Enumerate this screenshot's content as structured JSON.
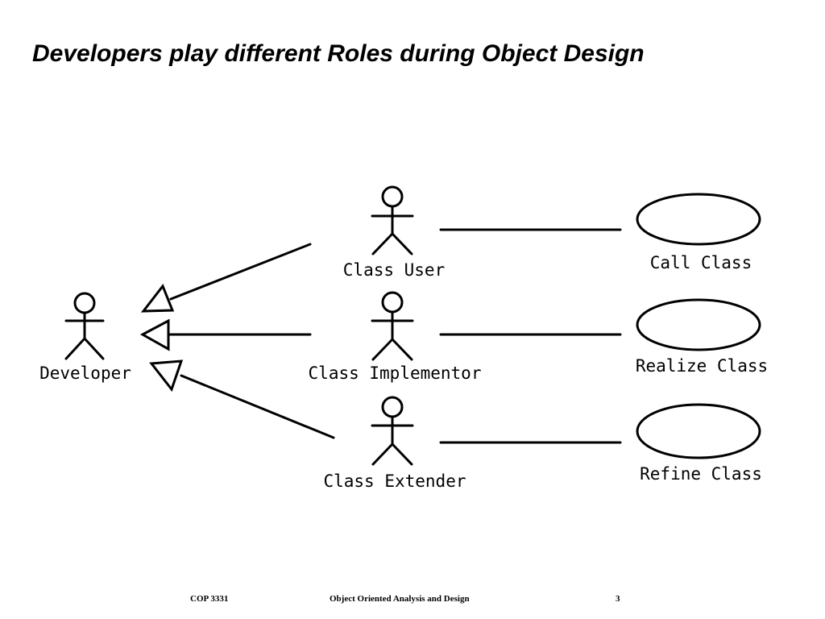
{
  "slide": {
    "title": "Developers play different Roles during Object Design"
  },
  "diagram": {
    "actors": {
      "developer": "Developer",
      "class_user": "Class User",
      "class_implementor": "Class Implementor",
      "class_extender": "Class Extender"
    },
    "use_cases": {
      "call_class": "Call Class",
      "realize_class": "Realize Class",
      "refine_class": "Refine Class"
    }
  },
  "footer": {
    "course": "COP 3331",
    "course_title": "Object Oriented Analysis and Design",
    "page_number": "3"
  }
}
